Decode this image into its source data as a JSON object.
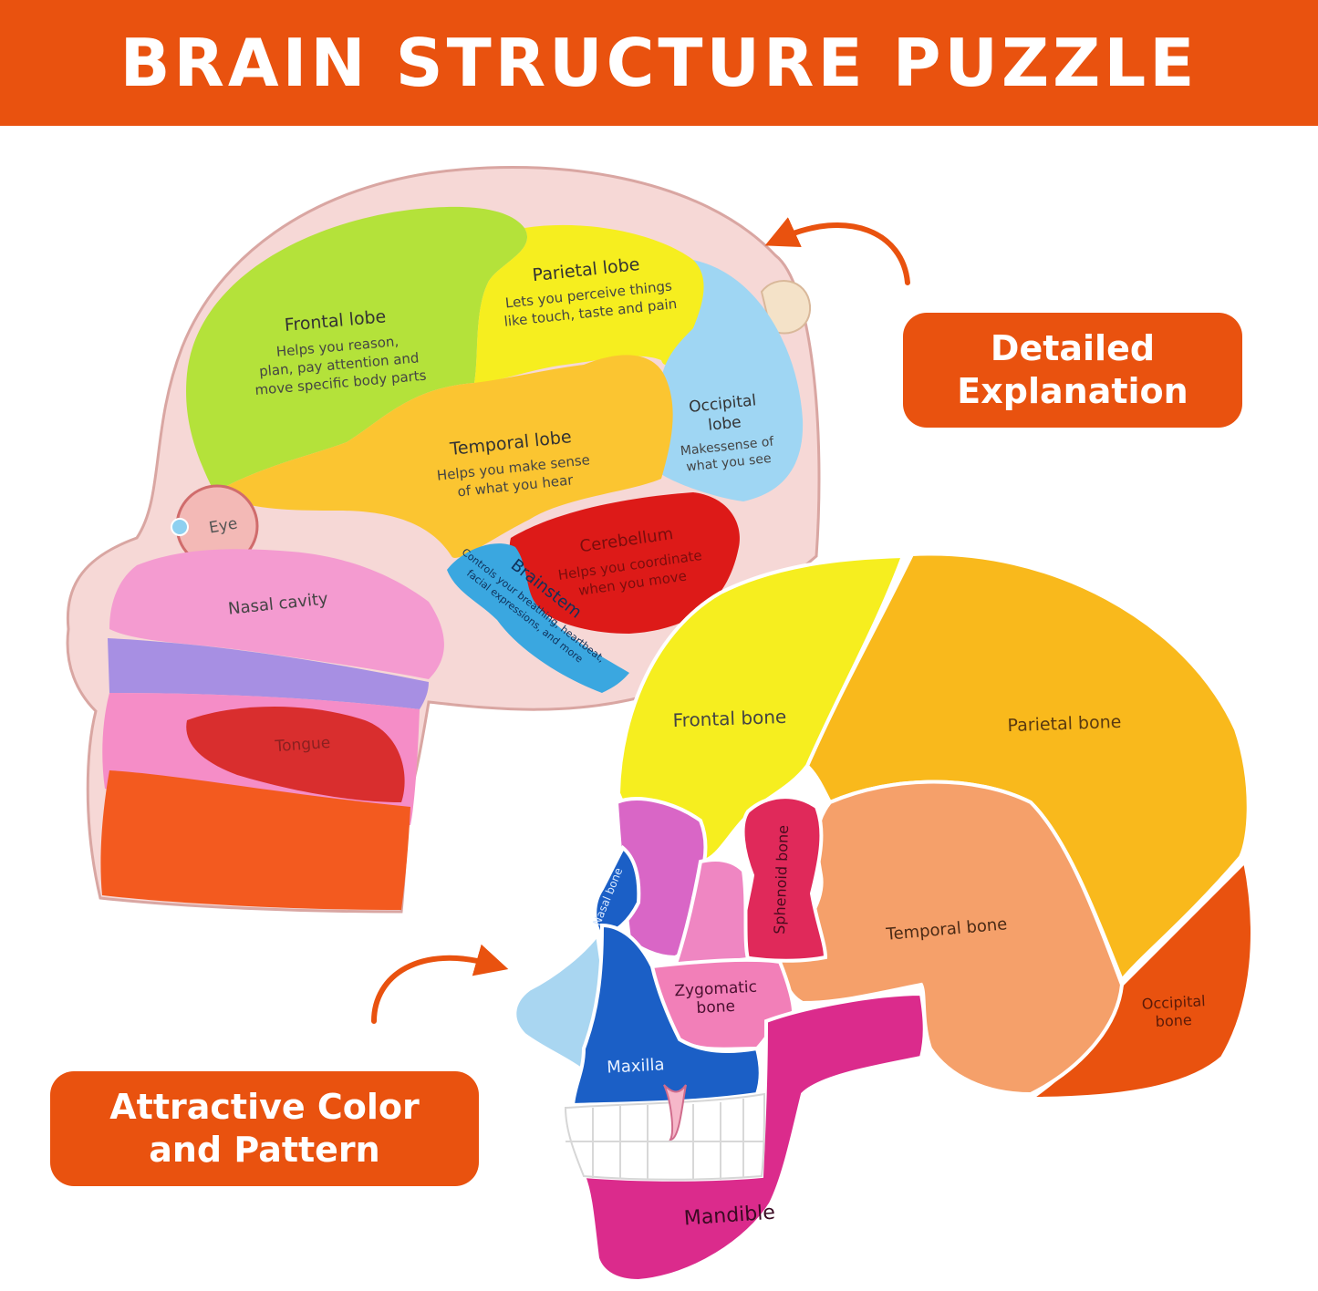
{
  "banner": {
    "title": "BRAIN STRUCTURE PUZZLE"
  },
  "callouts": {
    "detailed": "Detailed\nExplanation",
    "attractive": "Attractive Color\nand Pattern"
  },
  "brain_puzzle": {
    "frontal": {
      "name": "Frontal lobe",
      "desc": [
        "Helps you reason,",
        "plan, pay attention and",
        "move specific body parts"
      ]
    },
    "parietal": {
      "name": "Parietal lobe",
      "desc": [
        "Lets you perceive things",
        "like touch, taste and pain"
      ]
    },
    "occipital": {
      "name": [
        "Occipital",
        "lobe"
      ],
      "desc": [
        "Makessense of",
        "what you see"
      ]
    },
    "temporal": {
      "name": "Temporal lobe",
      "desc": [
        "Helps you make sense",
        "of what you hear"
      ]
    },
    "cerebellum": {
      "name": "Cerebellum",
      "desc": [
        "Helps you coordinate",
        "when you move"
      ]
    },
    "brainstem": {
      "name": "Brainstem",
      "desc": [
        "Controls your breathing, heartbeat,",
        "facial expressions, and more"
      ]
    },
    "eye": "Eye",
    "nasal": "Nasal cavity",
    "tongue": "Tongue"
  },
  "skull_puzzle": {
    "frontal": "Frontal bone",
    "parietal": "Parietal bone",
    "sphenoid": "Sphenoid bone",
    "temporal": "Temporal bone",
    "nasal": "Nasal bone",
    "zygomatic": [
      "Zygomatic",
      "bone"
    ],
    "occipital": [
      "Occipital",
      "bone"
    ],
    "maxilla": "Maxilla",
    "mandible": "Mandible"
  },
  "colors": {
    "banner": "#e9520f",
    "frontal_lobe": "#b4e23a",
    "parietal_lobe": "#f6ee1f",
    "occipital_lobe": "#9fd6f3",
    "temporal_lobe": "#fbc531",
    "cerebellum": "#dd1a18",
    "brainstem": "#3aa7e0"
  }
}
